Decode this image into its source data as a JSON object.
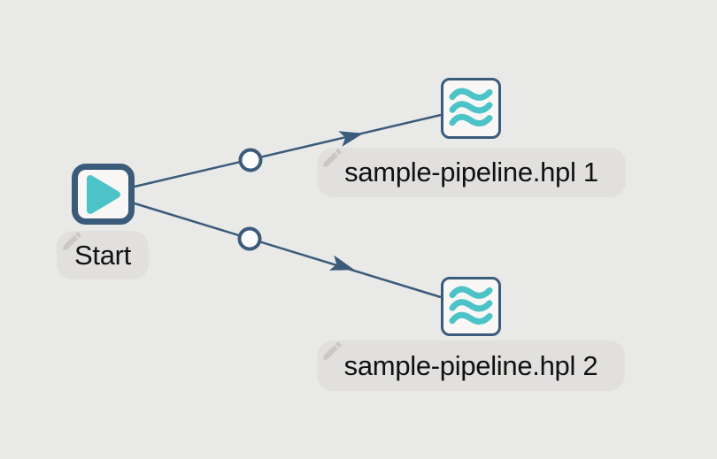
{
  "canvas": {
    "type": "workflow-editor-canvas",
    "background": "#e9e9e8"
  },
  "colors": {
    "canvas_bg": "#e9e9e8",
    "node_border": "#3b5b7a",
    "node_fill": "#f8f7f6",
    "hop_line": "#3b5b7a",
    "accent_teal": "#4cc3c7",
    "label_pill": "#e1e0df",
    "label_text": "#111111",
    "pencil_gray": "#c9c8c7",
    "circle_fill": "#fdfdfd"
  },
  "nodes": [
    {
      "id": "start",
      "label": "Start",
      "icon": "play-icon"
    },
    {
      "id": "pipeline-1",
      "label": "sample-pipeline.hpl 1",
      "icon": "pipeline-waves-icon"
    },
    {
      "id": "pipeline-2",
      "label": "sample-pipeline.hpl 2",
      "icon": "pipeline-waves-icon"
    }
  ],
  "hops": [
    {
      "from": "Start",
      "to": "sample-pipeline.hpl 1",
      "marker": "circle",
      "direction": "arrow-right-up"
    },
    {
      "from": "Start",
      "to": "sample-pipeline.hpl 2",
      "marker": "circle",
      "direction": "arrow-right-down"
    }
  ]
}
